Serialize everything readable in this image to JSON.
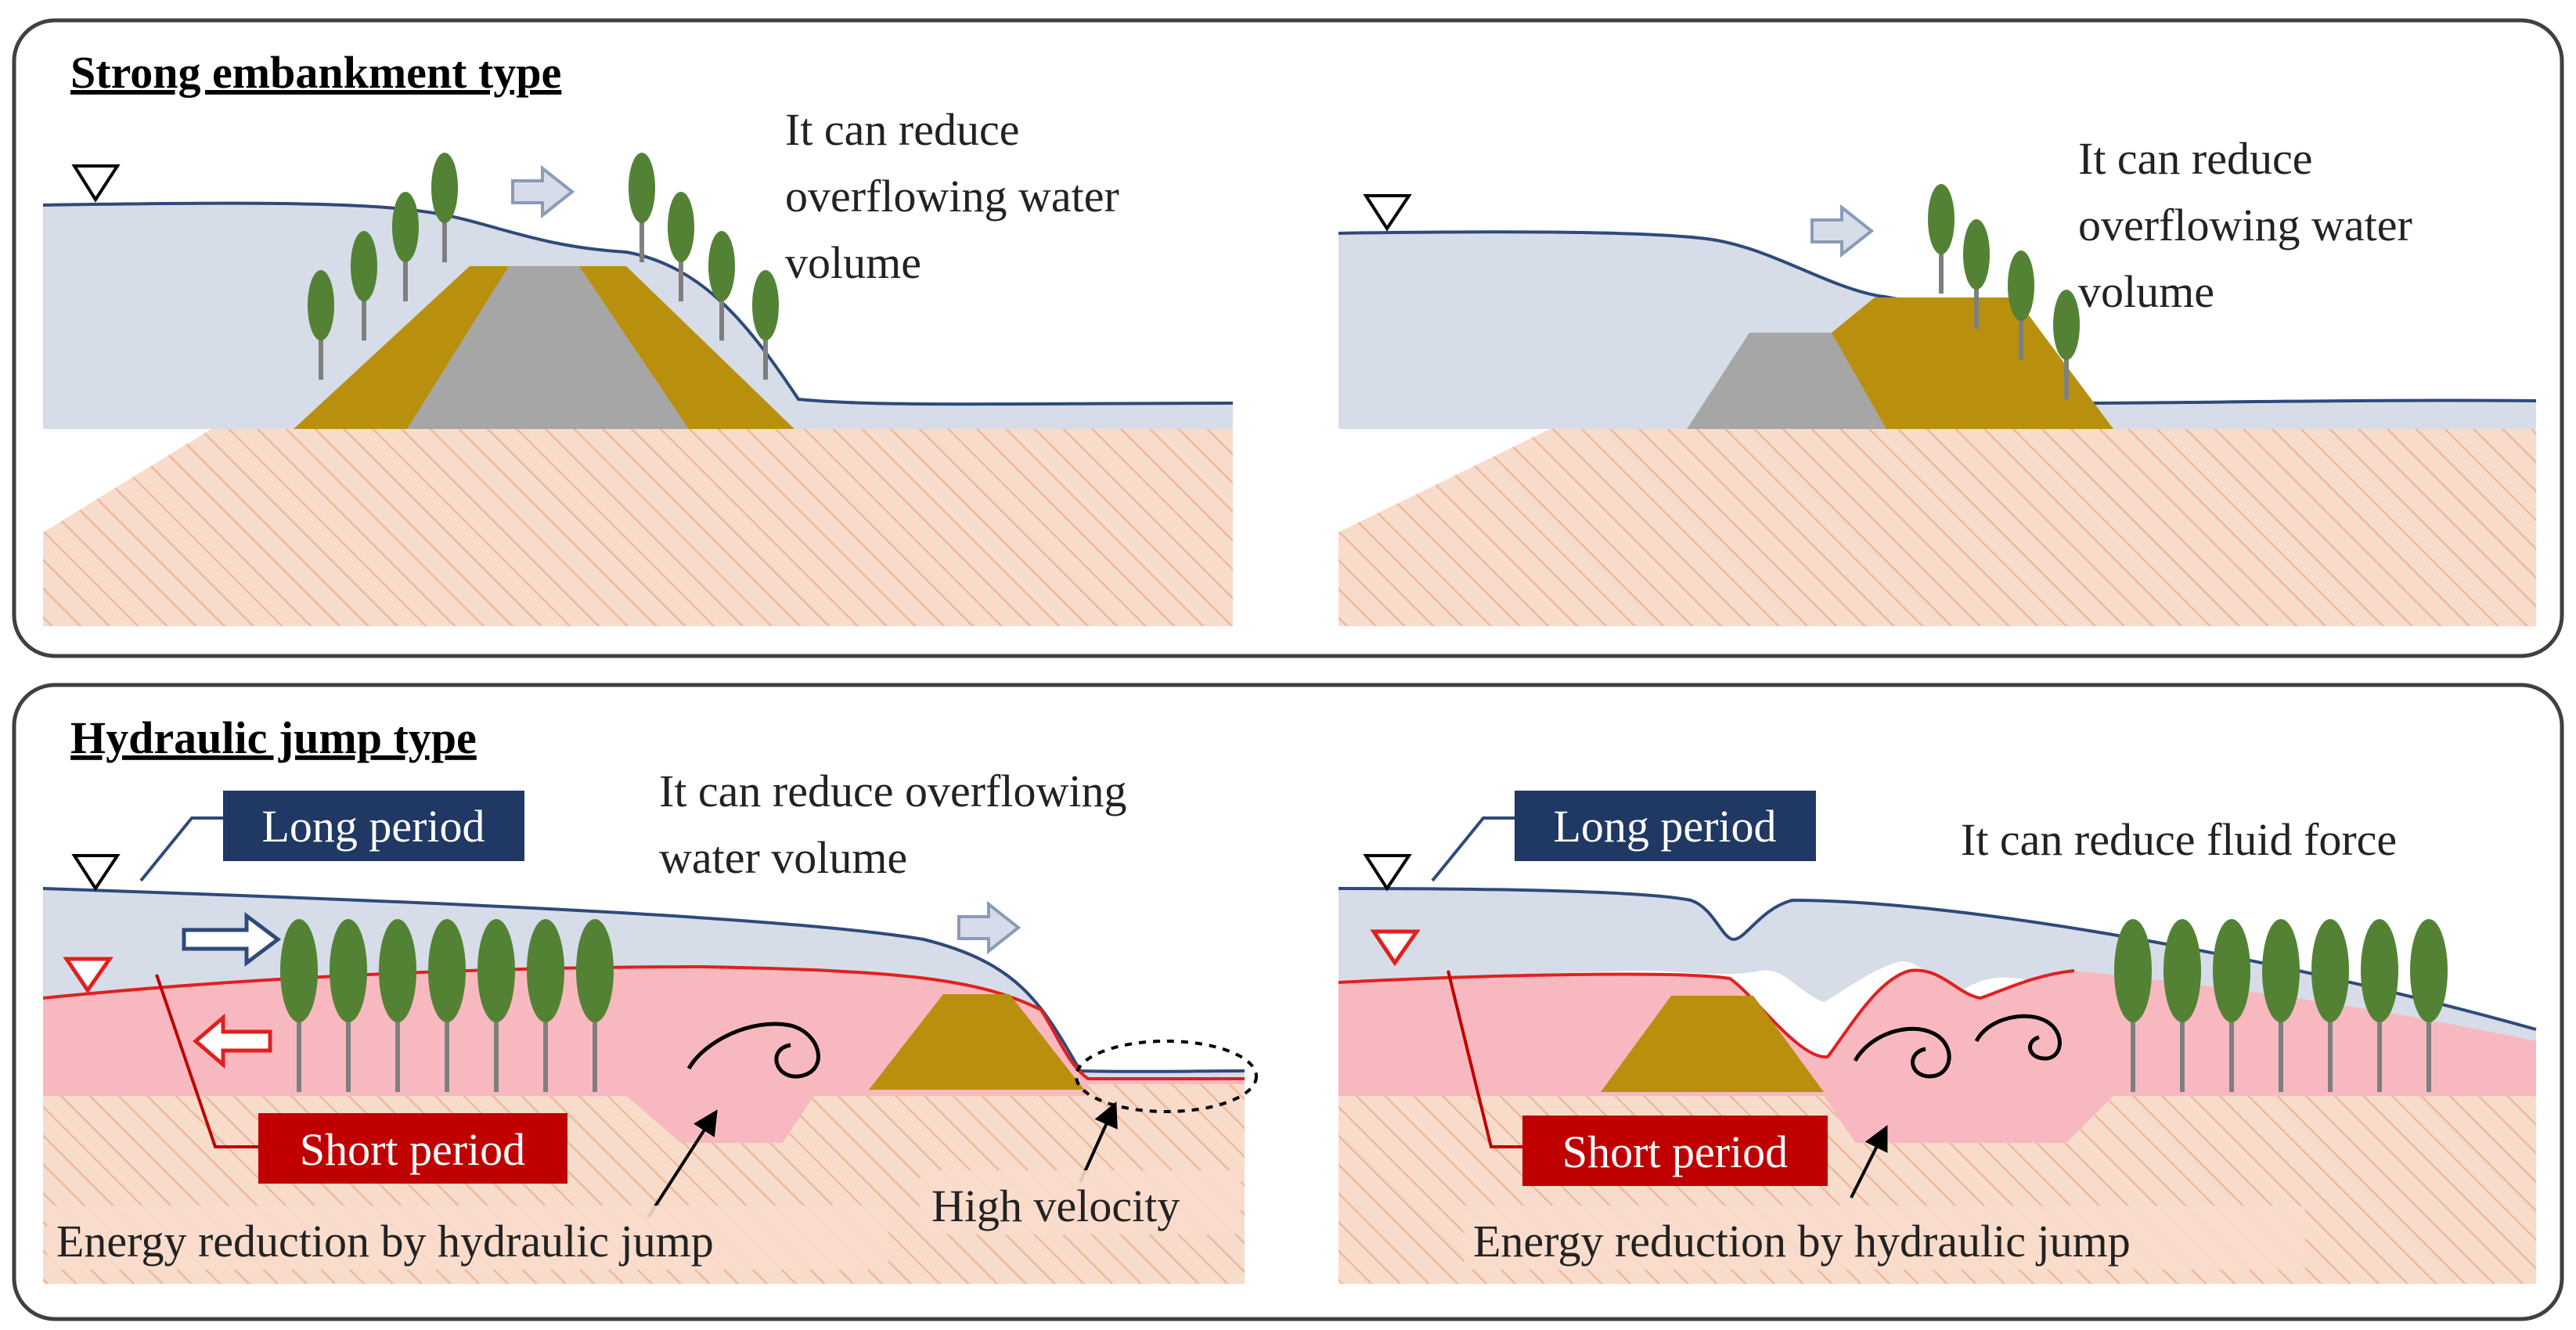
{
  "panels": {
    "strong": {
      "title": "Strong embankment type",
      "left_note": [
        "It can reduce",
        "overflowing water",
        "volume"
      ],
      "right_note": [
        "It can reduce",
        "overflowing water",
        "volume"
      ]
    },
    "jump": {
      "title": "Hydraulic jump type",
      "left": {
        "long_label": "Long period",
        "short_label": "Short period",
        "note": [
          "It can reduce overflowing",
          "water volume"
        ],
        "energy_label": "Energy reduction by hydraulic jump",
        "velocity_label": "High velocity"
      },
      "right": {
        "long_label": "Long period",
        "short_label": "Short period",
        "note": "It can reduce fluid force",
        "energy_label": "Energy reduction by hydraulic jump"
      }
    }
  },
  "colors": {
    "water_long": "#d6dde8",
    "water_short": "#f7b9bf",
    "ground": "#f8dccb",
    "embankment_core": "#a6a6a6",
    "embankment_soil": "#b8900d",
    "tree": "#548235",
    "long_tag": "#1f3864",
    "short_tag": "#c00000",
    "water_line": "#2f4a7a",
    "short_line": "#e02020"
  }
}
